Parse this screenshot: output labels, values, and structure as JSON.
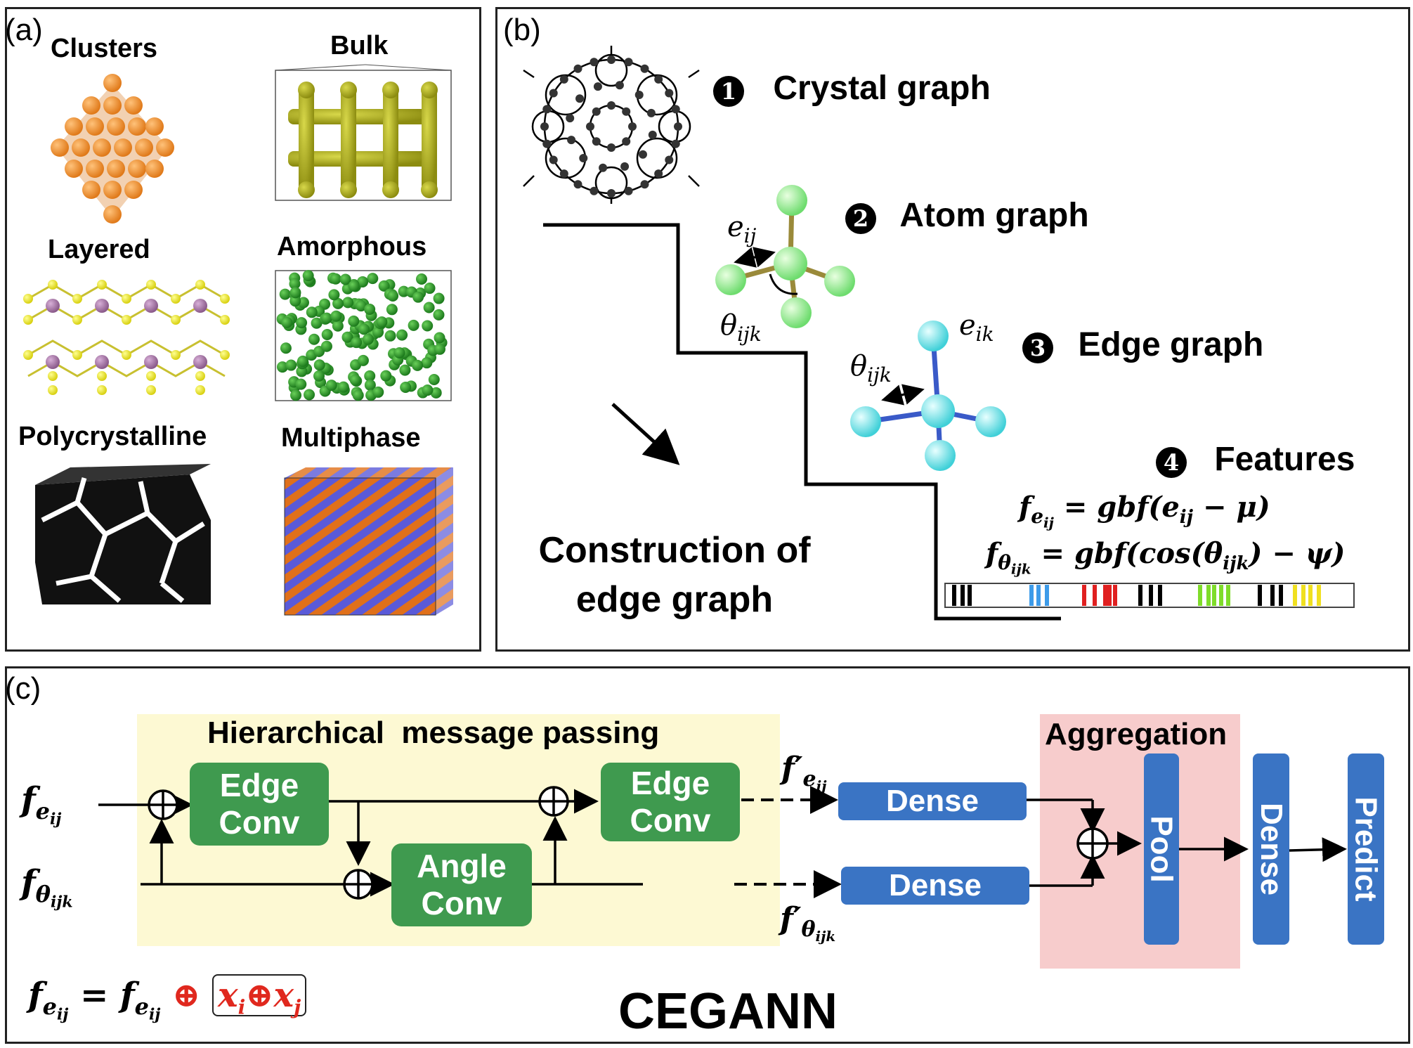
{
  "panel_a": {
    "label": "(a)",
    "items": [
      {
        "id": "clusters",
        "label": "Clusters"
      },
      {
        "id": "bulk",
        "label": "Bulk"
      },
      {
        "id": "layered",
        "label": "Layered"
      },
      {
        "id": "amorphous",
        "label": "Amorphous"
      },
      {
        "id": "polycrystalline",
        "label": "Polycrystalline"
      },
      {
        "id": "multiphase",
        "label": "Multiphase"
      }
    ]
  },
  "panel_b": {
    "label": "(b)",
    "steps": [
      {
        "num": "1",
        "label": "Crystal graph"
      },
      {
        "num": "2",
        "label": "Atom graph"
      },
      {
        "num": "3",
        "label": "Edge graph"
      },
      {
        "num": "4",
        "label": "Features"
      }
    ],
    "atom_graph": {
      "edge_label": "e",
      "edge_sub": "ij",
      "angle_label": "θ",
      "angle_sub": "ijk"
    },
    "edge_graph": {
      "edge_label": "e",
      "edge_sub": "ik",
      "angle_label": "θ",
      "angle_sub": "ijk"
    },
    "construction_line1": "Construction of",
    "construction_line2": "edge graph",
    "formula1": {
      "lhs": "f",
      "lhs_sub": "e",
      "lhs_subsub": "ij",
      "rhs": "= gbf(e",
      "rhs_sub": "ij",
      "rhs_tail": " − μ)"
    },
    "formula2": {
      "lhs": "f",
      "lhs_sub": "θ",
      "lhs_subsub": "ijk",
      "rhs": "= gbf(cos(θ",
      "rhs_sub": "ijk",
      "rhs_tail": ") − ψ)"
    },
    "feature_bar_colors": [
      "#000000",
      "#3d9be9",
      "#e02020",
      "#000000",
      "#7fdc2a",
      "#000000",
      "#f0e020"
    ]
  },
  "panel_c": {
    "label": "(c)",
    "hmp_title": "Hierarchical  message passing",
    "aggregation_title": "Aggregation",
    "input_edge": {
      "f": "f",
      "sub": "e",
      "subsub": "ij"
    },
    "input_angle": {
      "f": "f",
      "sub": "θ",
      "subsub": "ijk"
    },
    "edge_conv_1": {
      "line1": "Edge",
      "line2": "Conv"
    },
    "angle_conv": {
      "line1": "Angle",
      "line2": "Conv"
    },
    "edge_conv_2": {
      "line1": "Edge",
      "line2": "Conv"
    },
    "out_edge": {
      "f": "f′",
      "sub": "e",
      "subsub": "ij"
    },
    "out_angle": {
      "f": "f′",
      "sub": "θ",
      "subsub": "ijk"
    },
    "dense_1": "Dense",
    "dense_2": "Dense",
    "pool": "Pool",
    "dense_3": "Dense",
    "predict": "Predict",
    "eq": {
      "lhs": "f",
      "lhs_sub": "e",
      "lhs_subsub": "ij",
      "mid": " = f",
      "mid_sub": "e",
      "mid_subsub": "ij",
      "op": "⊕",
      "x1": "x",
      "x1_sub": "i",
      "op2": "⊕",
      "x2": "x",
      "x2_sub": "j"
    },
    "model_name": "CEGANN",
    "colors": {
      "hmp_bg": "#fdf9d3",
      "agg_bg": "#f7cccc",
      "conv": "#3f9a4f",
      "dense": "#3a74c4",
      "eq_red": "#e0281e"
    }
  }
}
